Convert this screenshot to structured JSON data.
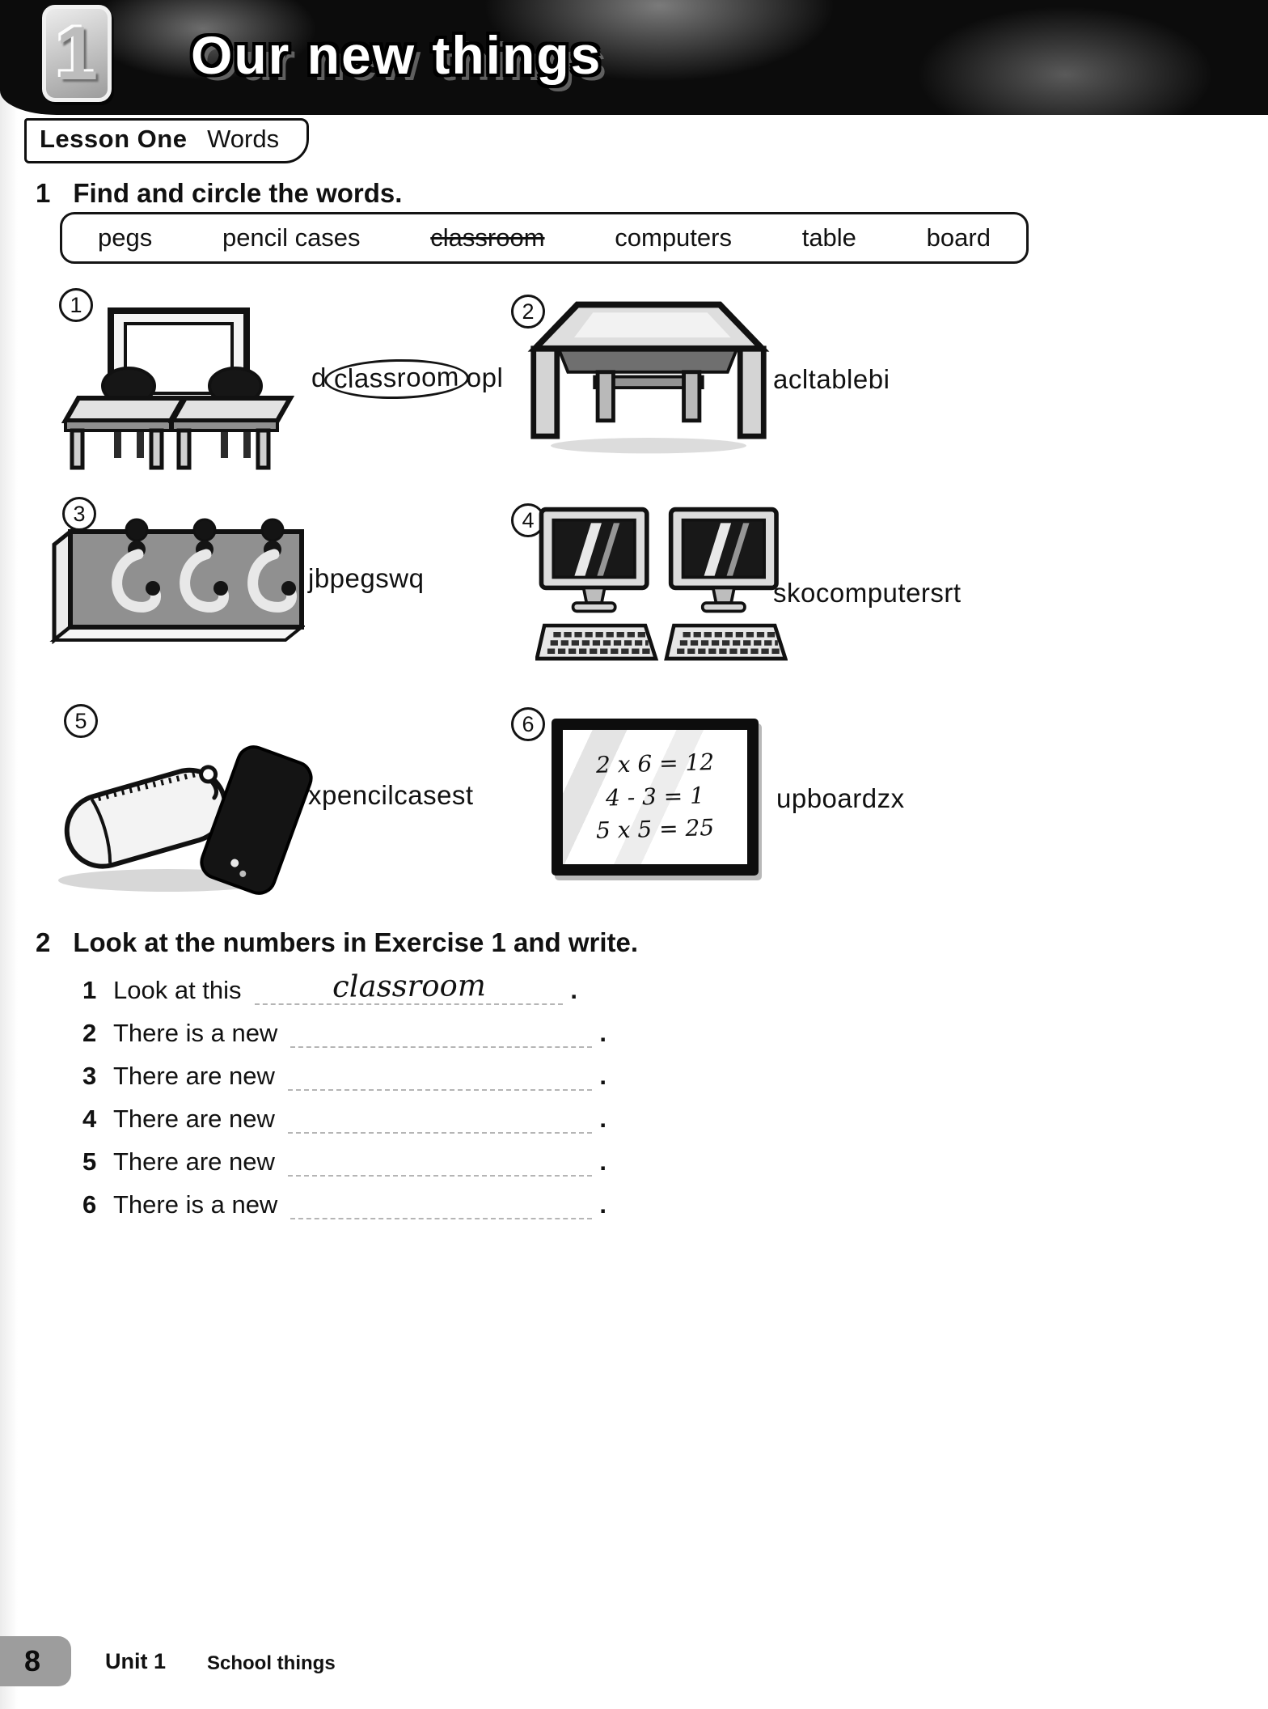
{
  "header": {
    "unit_number": "1",
    "title": "Our new things"
  },
  "lesson_tab": {
    "lesson": "Lesson One",
    "topic": "Words"
  },
  "exercise1": {
    "number": "1",
    "instruction": "Find and circle the words.",
    "word_bank": [
      "pegs",
      "pencil cases",
      "classroom",
      "computers",
      "table",
      "board"
    ],
    "struck_word": "classroom",
    "items": [
      {
        "number": "1",
        "image": "classroom-scene",
        "puzzle_prefix": "d",
        "puzzle_circled": "classroom",
        "puzzle_suffix": "opl"
      },
      {
        "number": "2",
        "image": "table",
        "puzzle": "acltablebi"
      },
      {
        "number": "3",
        "image": "pegs",
        "puzzle": "jbpegswq"
      },
      {
        "number": "4",
        "image": "computers",
        "puzzle": "skocomputersrt"
      },
      {
        "number": "5",
        "image": "pencil-cases",
        "puzzle": "xpencilcasest"
      },
      {
        "number": "6",
        "image": "board",
        "puzzle": "upboardzx",
        "board_lines": [
          "2 x 6 = 12",
          "4 - 3 = 1",
          "5 x 5 = 25"
        ]
      }
    ]
  },
  "exercise2": {
    "number": "2",
    "instruction": "Look at the numbers in Exercise 1 and write.",
    "lines": [
      {
        "number": "1",
        "prompt": "Look at this",
        "answer": "classroom",
        "end": "."
      },
      {
        "number": "2",
        "prompt": "There is a new",
        "answer": "",
        "end": "."
      },
      {
        "number": "3",
        "prompt": "There are new",
        "answer": "",
        "end": "."
      },
      {
        "number": "4",
        "prompt": "There are new",
        "answer": "",
        "end": "."
      },
      {
        "number": "5",
        "prompt": "There are new",
        "answer": "",
        "end": "."
      },
      {
        "number": "6",
        "prompt": "There is a new",
        "answer": "",
        "end": "."
      }
    ]
  },
  "footer": {
    "page_number": "8",
    "unit": "Unit 1",
    "topic": "School things"
  }
}
